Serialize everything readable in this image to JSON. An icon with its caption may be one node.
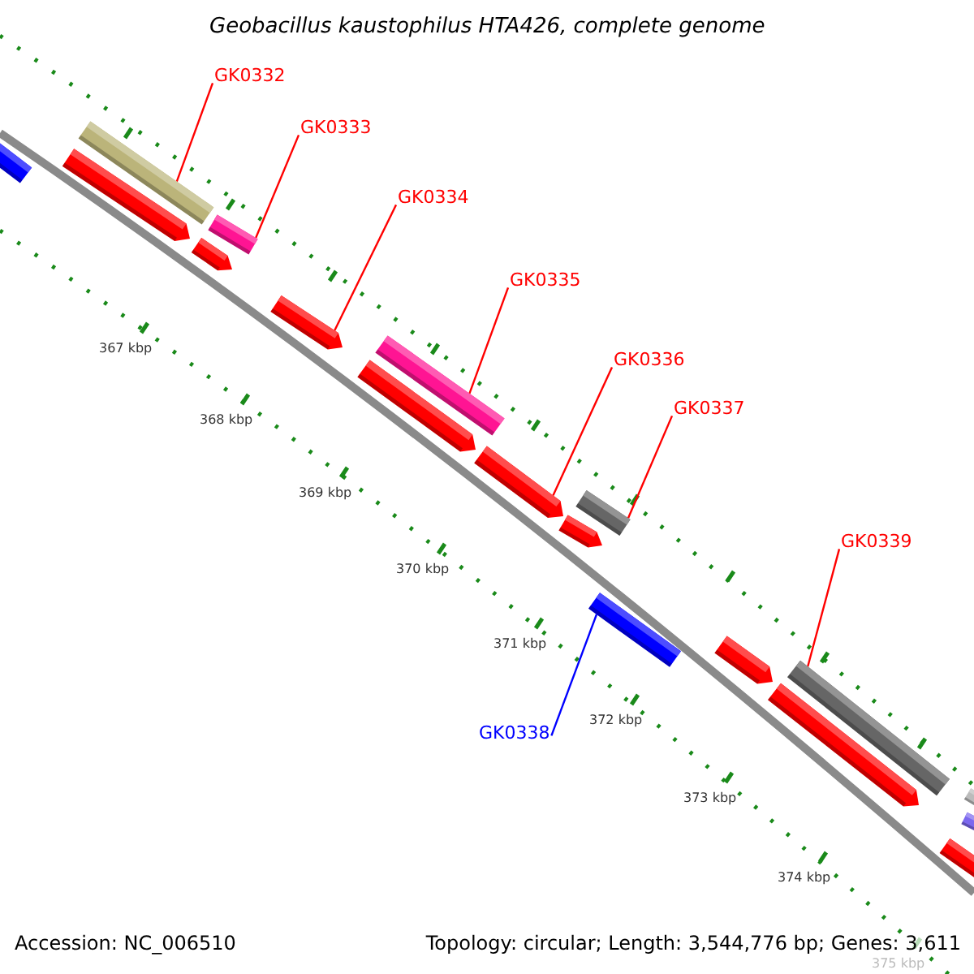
{
  "diagram": {
    "title": "Geobacillus kaustophilus HTA426, complete genome",
    "nodes": [
      {
        "text": [
          "GK0332"
        ]
      },
      {
        "text": [
          "GK0333"
        ]
      },
      {
        "text": [
          "GK0334"
        ]
      },
      {
        "text": [
          "GK0335"
        ]
      },
      {
        "text": [
          "GK0336"
        ]
      },
      {
        "text": [
          "GK0337"
        ]
      },
      {
        "text": [
          "GK0338"
        ]
      },
      {
        "text": [
          "GK0339"
        ]
      },
      {
        "text": [],
        "shape": "bar"
      },
      {
        "text": [],
        "shape": "bar"
      },
      {
        "text": [],
        "shape": "bar"
      },
      {
        "text": [],
        "shape": "bar"
      },
      {
        "text": [],
        "shape": "bar"
      },
      {
        "text": [],
        "shape": "bar"
      },
      {
        "text": [],
        "shape": "bar"
      },
      {
        "text": [],
        "shape": "bar"
      },
      {
        "text": [],
        "shape": "bar"
      },
      {
        "text": [],
        "shape": "bar"
      },
      {
        "text": [],
        "shape": "bar"
      },
      {
        "text": [],
        "shape": "bar"
      },
      {
        "text": [],
        "shape": "bar"
      },
      {
        "text": [],
        "shape": "bar"
      },
      {
        "text": [],
        "shape": "bar"
      },
      {
        "text": [],
        "shape": "bar"
      },
      {
        "text": [],
        "shape": "bar"
      },
      {
        "text": [],
        "shape": "bar"
      }
    ],
    "edges": [
      {
        "from": 0,
        "to": 9,
        "arrow": "none"
      },
      {
        "from": 1,
        "to": 11,
        "arrow": "none"
      },
      {
        "from": 2,
        "to": 13,
        "arrow": "none"
      },
      {
        "from": 3,
        "to": 14,
        "arrow": "none"
      },
      {
        "from": 4,
        "to": 16,
        "arrow": "none"
      },
      {
        "from": 5,
        "to": 18,
        "arrow": "none"
      },
      {
        "from": 6,
        "to": 19,
        "arrow": "none",
        "color": "#0000ff"
      },
      {
        "from": 7,
        "to": 21,
        "arrow": "none"
      }
    ],
    "labels": [
      "367 kbp",
      "368 kbp",
      "369 kbp",
      "370 kbp",
      "371 kbp",
      "372 kbp",
      "373 kbp",
      "374 kbp",
      "375 kbp",
      "Accession: NC_006510",
      "Topology: circular; Length: 3,544,776 bp; Genes: 3,611"
    ]
  }
}
